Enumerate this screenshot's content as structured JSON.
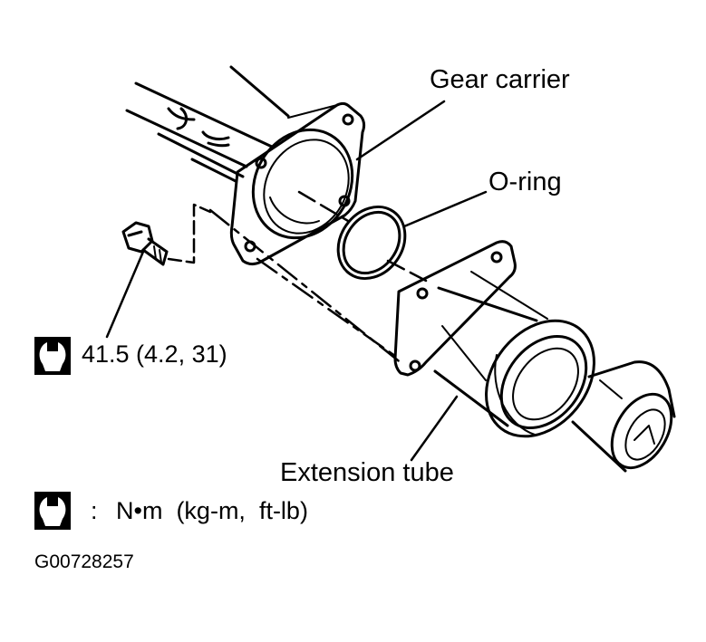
{
  "labels": {
    "gear_carrier": "Gear carrier",
    "o_ring": "O-ring",
    "extension_tube": "Extension tube"
  },
  "torque": {
    "value": "41.5 (4.2, 31)",
    "icon": "torque-wrench-icon"
  },
  "legend": {
    "separator": ":",
    "units": "N•m  (kg-m,  ft-lb)",
    "icon": "torque-wrench-icon"
  },
  "figure_code": "G00728257",
  "colors": {
    "ink": "#000000",
    "paper": "#ffffff"
  }
}
